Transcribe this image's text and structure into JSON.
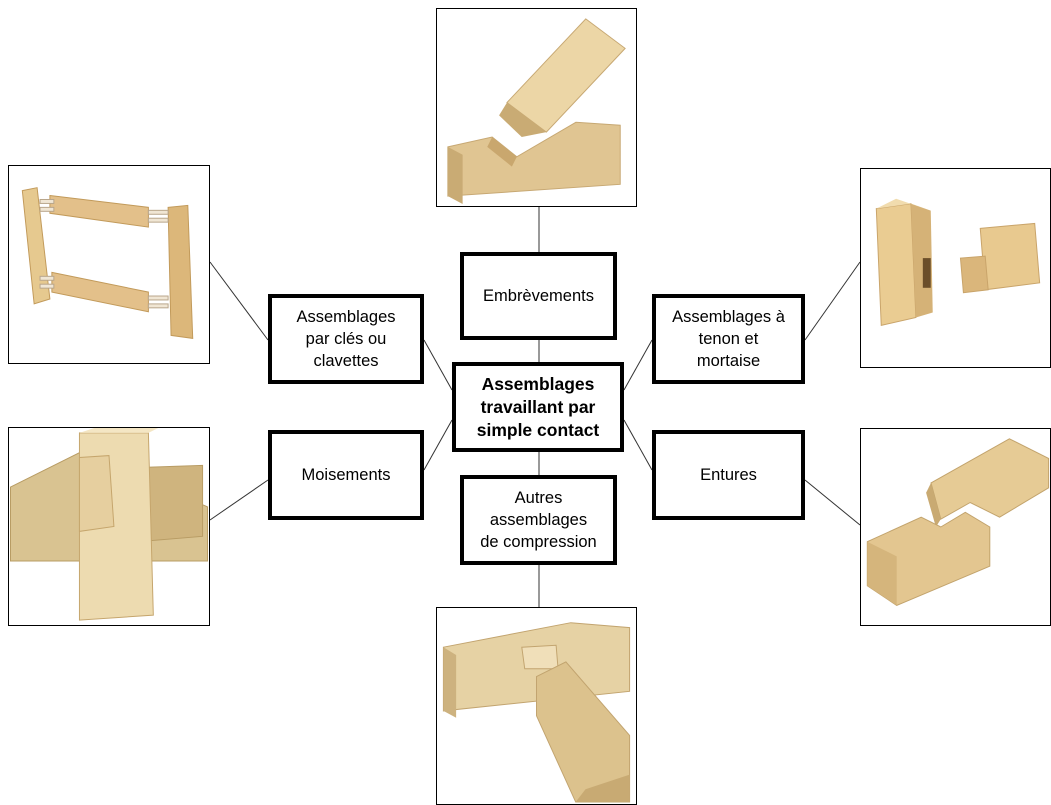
{
  "diagram": {
    "center": "Assemblages\ntravaillant par\nsimple contact",
    "nodes": {
      "embrevements": "Embrèvements",
      "cles": "Assemblages\npar clés ou\nclavettes",
      "tenon": "Assemblages  à\ntenon et\nmortaise",
      "moisements": "Moisements",
      "entures": "Entures",
      "compression": "Autres\nassemblages\nde compression"
    }
  },
  "illustrations": {
    "embrevements": "birdsmouth-joint-image",
    "cles": "keyed-frame-joint-image",
    "tenon": "mortise-tenon-joint-image",
    "moisements": "clasped-beam-joint-image",
    "entures": "scarf-joint-image",
    "compression": "compression-joint-image"
  },
  "colors": {
    "wood_light": "#ecd6a6",
    "wood_mid": "#dcc08a",
    "wood_dark": "#b99a64",
    "border": "#000000"
  }
}
